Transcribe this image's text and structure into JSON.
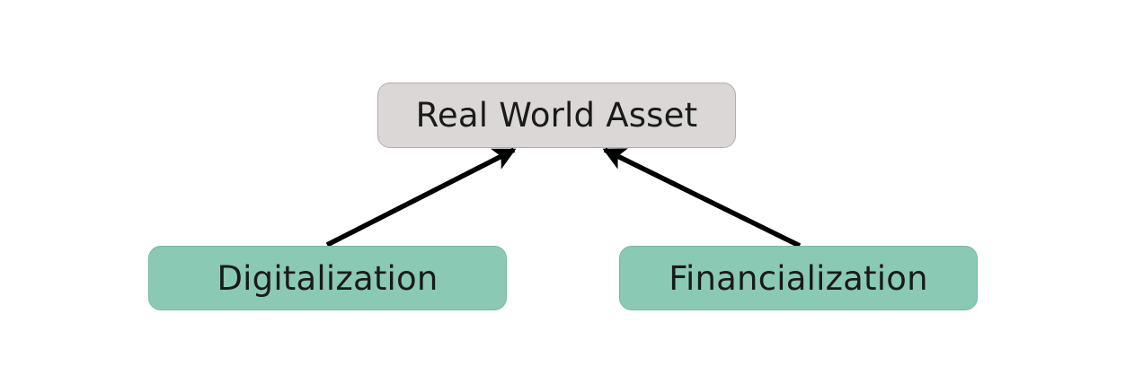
{
  "diagram": {
    "type": "concept-diagram",
    "background_color": "#ffffff",
    "nodes": [
      {
        "id": "real-world-asset",
        "label": "Real World Asset",
        "role": "target",
        "fill_color": "#dcd7d7",
        "border_color": "#b2adad",
        "text_color": "#1a1a1a"
      },
      {
        "id": "digitalization",
        "label": "Digitalization",
        "role": "source",
        "fill_color": "#8acab4",
        "border_color": "#78b6a0",
        "text_color": "#1a1a1a"
      },
      {
        "id": "financialization",
        "label": "Financialization",
        "role": "source",
        "fill_color": "#8acab4",
        "border_color": "#78b6a0",
        "text_color": "#1a1a1a"
      }
    ],
    "edges": [
      {
        "id": "edge-digitalization-to-rwa",
        "from": "digitalization",
        "to": "real-world-asset",
        "label": "",
        "color": "#000000",
        "arrowhead": "filled-triangle",
        "direction": "up-right"
      },
      {
        "id": "edge-financialization-to-rwa",
        "from": "financialization",
        "to": "real-world-asset",
        "label": "",
        "color": "#000000",
        "arrowhead": "filled-triangle",
        "direction": "up-left"
      }
    ]
  }
}
